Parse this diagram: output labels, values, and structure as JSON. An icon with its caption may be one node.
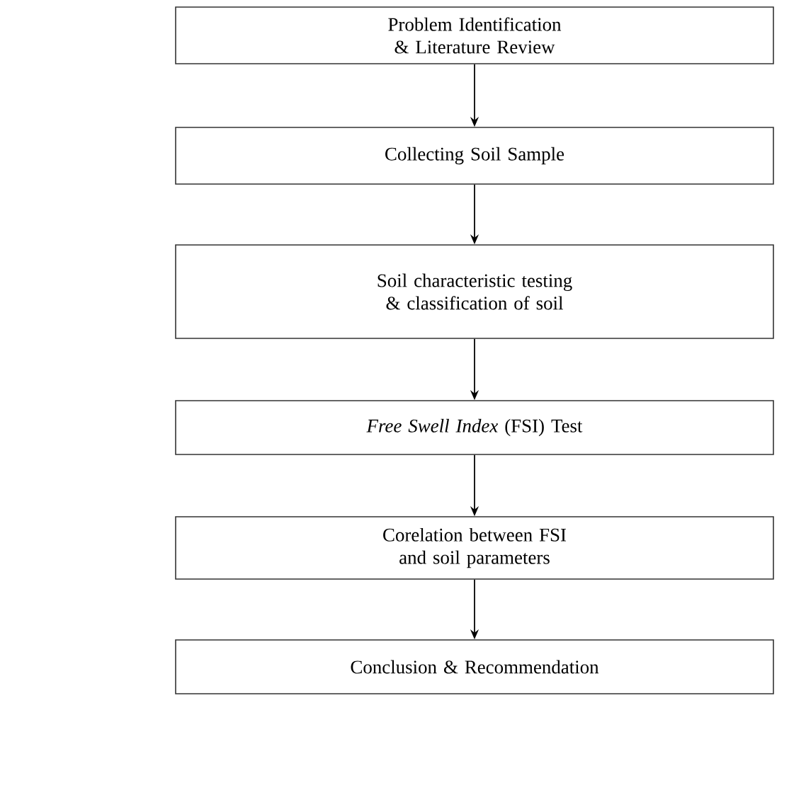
{
  "diagram": {
    "nodes": [
      {
        "text": [
          "Problem Identification & Literature Review"
        ]
      },
      {
        "text": [
          "Collecting Soil Sample"
        ]
      },
      {
        "text": [
          "Soil characteristic testing & classification of soil"
        ]
      },
      {
        "text": [
          "*Free Swell Index* (FSI) Test"
        ]
      },
      {
        "text": [
          "Corelation between FSI and soil parameters"
        ]
      },
      {
        "text": [
          "Conclusion & Recommendation"
        ]
      }
    ],
    "edges": [
      {
        "from": 0,
        "to": 1,
        "arrow": "to"
      },
      {
        "from": 1,
        "to": 2,
        "arrow": "to"
      },
      {
        "from": 2,
        "to": 3,
        "arrow": "to"
      },
      {
        "from": 3,
        "to": 4,
        "arrow": "to"
      },
      {
        "from": 4,
        "to": 5,
        "arrow": "to"
      }
    ]
  }
}
